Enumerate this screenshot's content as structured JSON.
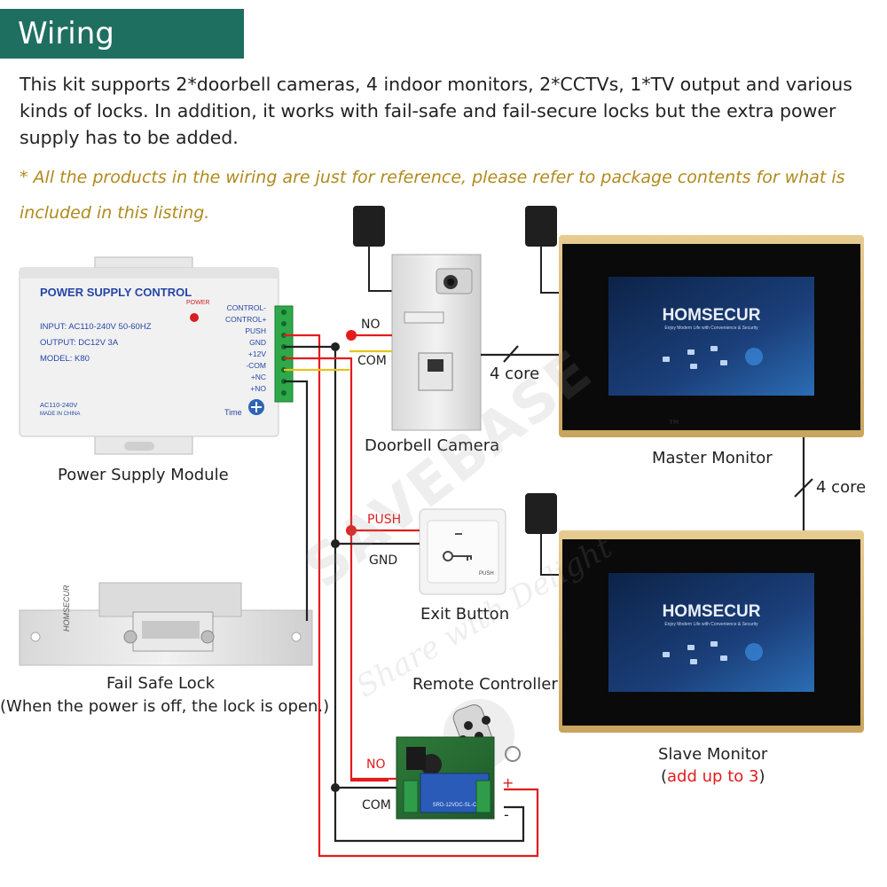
{
  "header": {
    "title": "Wiring Diagram",
    "intro": "This kit supports 2*doorbell cameras, 4 indoor monitors, 2*CCTVs, 1*TV output and various kinds of locks. In addition, it works with fail-safe and fail-secure locks but the extra power supply has to be added.",
    "note": "* All the products in the wiring are just for reference, please refer to package contents for what is included in this listing."
  },
  "power_supply": {
    "brand": "POWER SUPPLY CONTROL",
    "power_led": "POWER",
    "input": "INPUT: AC110-240V 50-60HZ",
    "output": "OUTPUT: DC12V 3A",
    "model": "MODEL: K80",
    "ac": "AC110-240V",
    "made": "MADE IN CHINA",
    "time": "Time",
    "terminals": [
      "CONTROL-",
      "CONTROL+",
      "PUSH",
      "GND",
      "+12V",
      "-COM",
      "+NC",
      "+NO"
    ],
    "caption": "Power Supply Module"
  },
  "lock": {
    "brand": "HOMSECUR",
    "caption": "Fail Safe Lock",
    "caption2": "(When the power is off, the lock is open.)"
  },
  "doorbell": {
    "caption": "Doorbell Camera",
    "wire_no": "NO",
    "wire_com": "COM",
    "link": "4 core"
  },
  "master": {
    "brand": "HOMSECUR",
    "tagline": "Enjoy Modern Life with Convenience & Security",
    "caption": "Master Monitor",
    "link": "4 core"
  },
  "slave": {
    "brand": "HOMSECUR",
    "tagline": "Enjoy Modern Life with Convenience & Security",
    "caption": "Slave Monitor",
    "note_open": "(",
    "note": "add up to 3",
    "note_close": ")"
  },
  "exit_button": {
    "caption": "Exit Button",
    "push": "PUSH",
    "wire_push": "PUSH",
    "wire_gnd": "GND"
  },
  "remote": {
    "caption": "Remote Controller",
    "wire_no": "NO",
    "wire_com": "COM",
    "plus": "+",
    "minus": "-",
    "relay_text": "SRD-12VDC-SL-C"
  },
  "watermark": {
    "brand": "SAVEBASE",
    "tm": "™",
    "slogan": "Share with Delight"
  },
  "colors": {
    "title_bg": "#1f6f61",
    "note": "#b08a1c",
    "wire_red": "#e21c1c",
    "wire_black": "#222222",
    "wire_yellow": "#e8c21a",
    "monitor_frame": "#d9b97a"
  }
}
